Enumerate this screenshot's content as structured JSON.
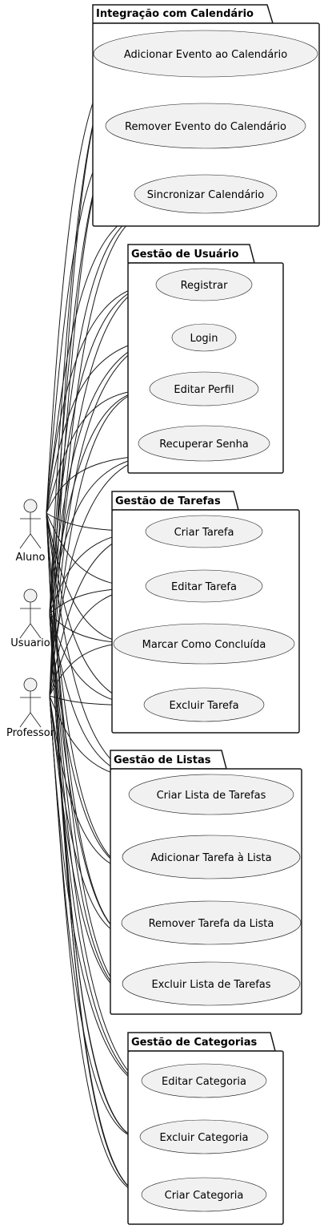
{
  "colors": {
    "line": "#181818",
    "usecase_fill": "#f1f1f1",
    "background": "#ffffff"
  },
  "actors": {
    "aluno": "Aluno",
    "usuario": "Usuario",
    "professor": "Professor"
  },
  "packages": {
    "calendario": {
      "title": "Integração com Calendário",
      "use_cases": [
        "Adicionar Evento ao Calendário",
        "Remover Evento do Calendário",
        "Sincronizar Calendário"
      ]
    },
    "usuario": {
      "title": "Gestão de Usuário",
      "use_cases": [
        "Registrar",
        "Login",
        "Editar Perfil",
        "Recuperar Senha"
      ]
    },
    "tarefas": {
      "title": "Gestão de Tarefas",
      "use_cases": [
        "Criar Tarefa",
        "Editar Tarefa",
        "Marcar Como Concluída",
        "Excluir Tarefa"
      ]
    },
    "listas": {
      "title": "Gestão de Listas",
      "use_cases": [
        "Criar Lista de Tarefas",
        "Adicionar Tarefa à Lista",
        "Remover Tarefa da Lista",
        "Excluir Lista de Tarefas"
      ]
    },
    "categorias": {
      "title": "Gestão de Categorias",
      "use_cases": [
        "Editar Categoria",
        "Excluir Categoria",
        "Criar Categoria"
      ]
    }
  }
}
